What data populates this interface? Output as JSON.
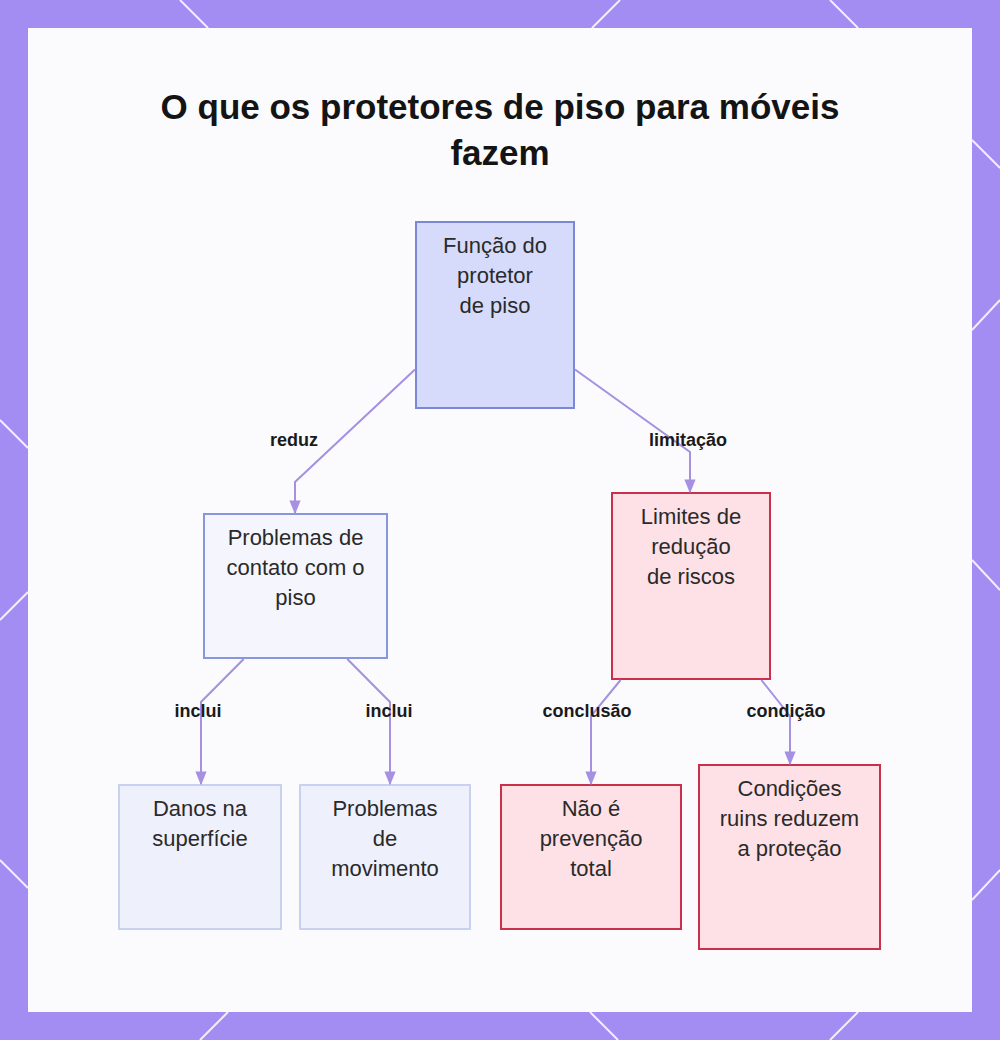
{
  "diagram": {
    "title": "O que os protetores de piso para móveis fazem",
    "nodes": [
      {
        "text": [
          "Função do protetor de piso"
        ]
      },
      {
        "text": [
          "Problemas de contato com o piso"
        ]
      },
      {
        "text": [
          "Limites de redução de riscos"
        ]
      },
      {
        "text": [
          "Danos na superfície"
        ]
      },
      {
        "text": [
          "Problemas de movimento"
        ]
      },
      {
        "text": [
          "Não é prevenção total"
        ]
      },
      {
        "text": [
          "Condições ruins reduzem a proteção"
        ]
      }
    ],
    "edges": [
      {
        "from": 0,
        "to": 1,
        "arrow": "to",
        "label": "reduz"
      },
      {
        "from": 0,
        "to": 2,
        "arrow": "to",
        "label": "limitação"
      },
      {
        "from": 1,
        "to": 3,
        "arrow": "to",
        "label": "inclui"
      },
      {
        "from": 1,
        "to": 4,
        "arrow": "to",
        "label": "inclui"
      },
      {
        "from": 2,
        "to": 5,
        "arrow": "to",
        "label": "conclusão"
      },
      {
        "from": 2,
        "to": 6,
        "arrow": "to",
        "label": "condição"
      }
    ]
  }
}
